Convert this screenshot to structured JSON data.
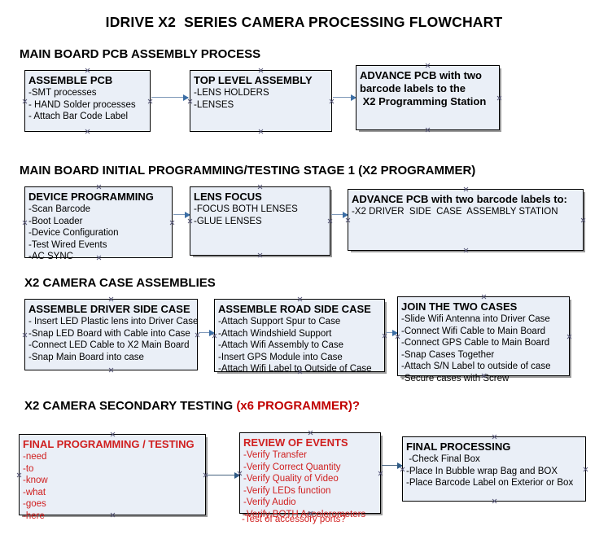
{
  "document": {
    "title": "IDRIVE X2  SERIES CAMERA PROCESSING FLOWCHART"
  },
  "sections": [
    {
      "id": "main-board-pcb-assembly",
      "header": "MAIN BOARD PCB ASSEMBLY PROCESS"
    },
    {
      "id": "main-board-initial-programming",
      "header": "MAIN BOARD INITIAL PROGRAMMING/TESTING STAGE 1 (X2 PROGRAMMER)"
    },
    {
      "id": "x2-camera-case-assemblies",
      "header": "X2 CAMERA CASE ASSEMBLIES"
    },
    {
      "id": "x2-camera-secondary-testing",
      "header": "X2 CAMERA SECONDARY TESTING ",
      "header_accent": "(x6 PROGRAMMER)?"
    }
  ],
  "boxes": {
    "assemble_pcb": {
      "title": "ASSEMBLE PCB",
      "lines": [
        "-SMT processes",
        "- HAND Solder processes",
        "- Attach Bar Code Label"
      ]
    },
    "top_level_assembly": {
      "title": "TOP LEVEL ASSEMBLY",
      "lines": [
        "-LENS HOLDERS",
        "-LENSES"
      ]
    },
    "advance_pcb_station": {
      "title": "ADVANCE PCB with two",
      "lines": [
        "barcode labels to the",
        " X2 Programming Station"
      ]
    },
    "device_programming": {
      "title": "DEVICE PROGRAMMING",
      "lines": [
        "-Scan Barcode",
        "-Boot Loader",
        "-Device Configuration",
        "-Test Wired Events",
        "-AC SYNC"
      ]
    },
    "lens_focus": {
      "title": "LENS FOCUS",
      "lines": [
        "-FOCUS BOTH LENSES",
        "-GLUE LENSES"
      ]
    },
    "advance_pcb_driver_side": {
      "title": "ADVANCE PCB with two barcode labels to:",
      "lines": [
        "-X2 DRIVER  SIDE  CASE  ASSEMBLY STATION"
      ]
    },
    "assemble_driver_side_case": {
      "title": "ASSEMBLE DRIVER SIDE CASE",
      "lines": [
        "- Insert LED Plastic lens into Driver Case",
        "-Snap LED Board with Cable into Case",
        "-Connect LED Cable to X2 Main Board",
        "-Snap Main Board into case"
      ]
    },
    "assemble_road_side_case": {
      "title": "ASSEMBLE ROAD SIDE CASE",
      "lines": [
        "-Attach Support Spur to Case",
        "-Attach Windshield Support",
        "-Attach Wifi Assembly to Case",
        "-Insert GPS Module into Case",
        "-Attach Wifi Label to Outside of Case"
      ]
    },
    "join_the_two_cases": {
      "title": "JOIN THE TWO CASES",
      "lines": [
        "-Slide Wifi Antenna into Driver Case",
        "-Connect Wifi Cable to Main Board",
        "-Connect GPS Cable to Main Board",
        "-Snap Cases Together",
        "-Attach S/N Label to outside of case",
        "-Secure cases with Screw"
      ]
    },
    "final_programming_testing": {
      "title": "FINAL PROGRAMMING / TESTING",
      "lines": [
        "-need",
        "-to",
        "-know",
        "-what",
        "-goes",
        "-here"
      ]
    },
    "review_of_events": {
      "title": "REVIEW OF EVENTS",
      "lines": [
        "-Verify Transfer",
        "-Verify Correct Quantity",
        "-Verify Quality of Video",
        "-Verify LEDs function",
        "-Verify Audio",
        "-Verify BOTH Accelerometers"
      ],
      "overflow_line": "-Test of accessory ports?"
    },
    "final_processing": {
      "title": "FINAL PROCESSING",
      "lines": [
        " -Check Final Box",
        "-Place In Bubble wrap Bag and BOX",
        "-Place Barcode Label on Exterior or Box"
      ]
    }
  },
  "colors": {
    "box_fill": "#eaeff7",
    "box_border": "#000000",
    "accent_red": "#c00000",
    "box_red_text": "#d02020",
    "connector_line": "#7d97b8",
    "connector_arrow": "#3b6ea5"
  }
}
